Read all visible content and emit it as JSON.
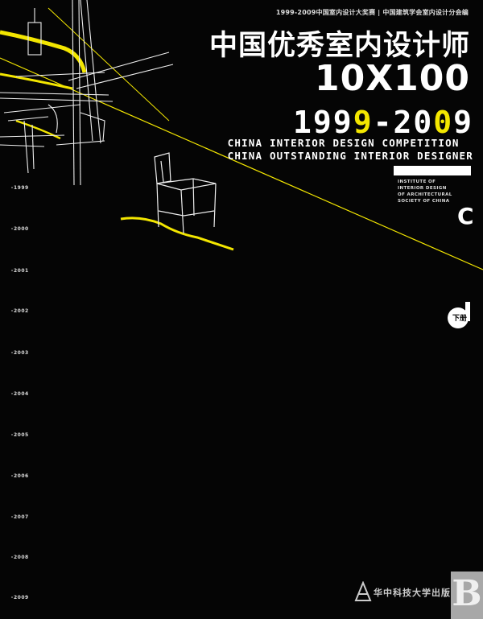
{
  "header": {
    "editors": "1999-2009中国室内设计大奖赛 | 中国建筑学会室内设计分会编"
  },
  "title": {
    "chinese": "中国优秀室内设计师",
    "number": "10X100",
    "years_part1": "199",
    "years_hl1": "9",
    "years_part2": "-20",
    "years_hl2": "0",
    "years_part3": "9"
  },
  "subtitle": {
    "line1": "CHINA INTERIOR DESIGN COMPETITION",
    "line2": "CHINA OUTSTANDING INTERIOR DESIGNER"
  },
  "institute": "INSTITUTE OF\nINTERIOR DESIGN\nOF ARCHITECTURAL\nSOCIETY OF CHINA",
  "marks": {
    "c_letter": "C",
    "volume": "下册"
  },
  "timeline": [
    "1999",
    "2000",
    "2001",
    "2002",
    "2003",
    "2004",
    "2005",
    "2006",
    "2007",
    "2008",
    "2009"
  ],
  "publisher": "华中科技大学出版社",
  "corner_letter": "B",
  "colors": {
    "background": "#050505",
    "accent": "#f3e600",
    "text": "#ffffff"
  }
}
